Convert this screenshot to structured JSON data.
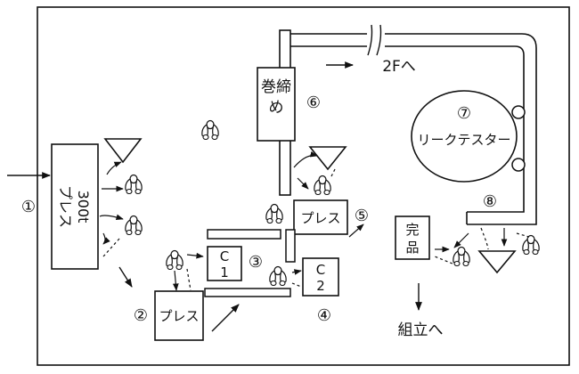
{
  "labels": {
    "press_300t_line1": "300t",
    "press_300t_line2": "プレス",
    "winding_line1": "巻締",
    "winding_line2": "め",
    "leak_tester": "リークテスター",
    "to_2f": "2Fへ",
    "press_5": "プレス",
    "press_2": "プレス",
    "c1_line1": "C",
    "c1_line2": "1",
    "c2_line1": "C",
    "c2_line2": "2",
    "finished": "完品",
    "to_assembly": "組立へ"
  },
  "steps": {
    "s1": "①",
    "s2": "②",
    "s3": "③",
    "s4": "④",
    "s5": "⑤",
    "s6": "⑥",
    "s7": "⑦",
    "s8": "⑧"
  },
  "icons": {
    "worker": "worker-icon",
    "storage": "storage-triangle-icon"
  },
  "colors": {
    "line": "#111111",
    "background": "#ffffff"
  }
}
